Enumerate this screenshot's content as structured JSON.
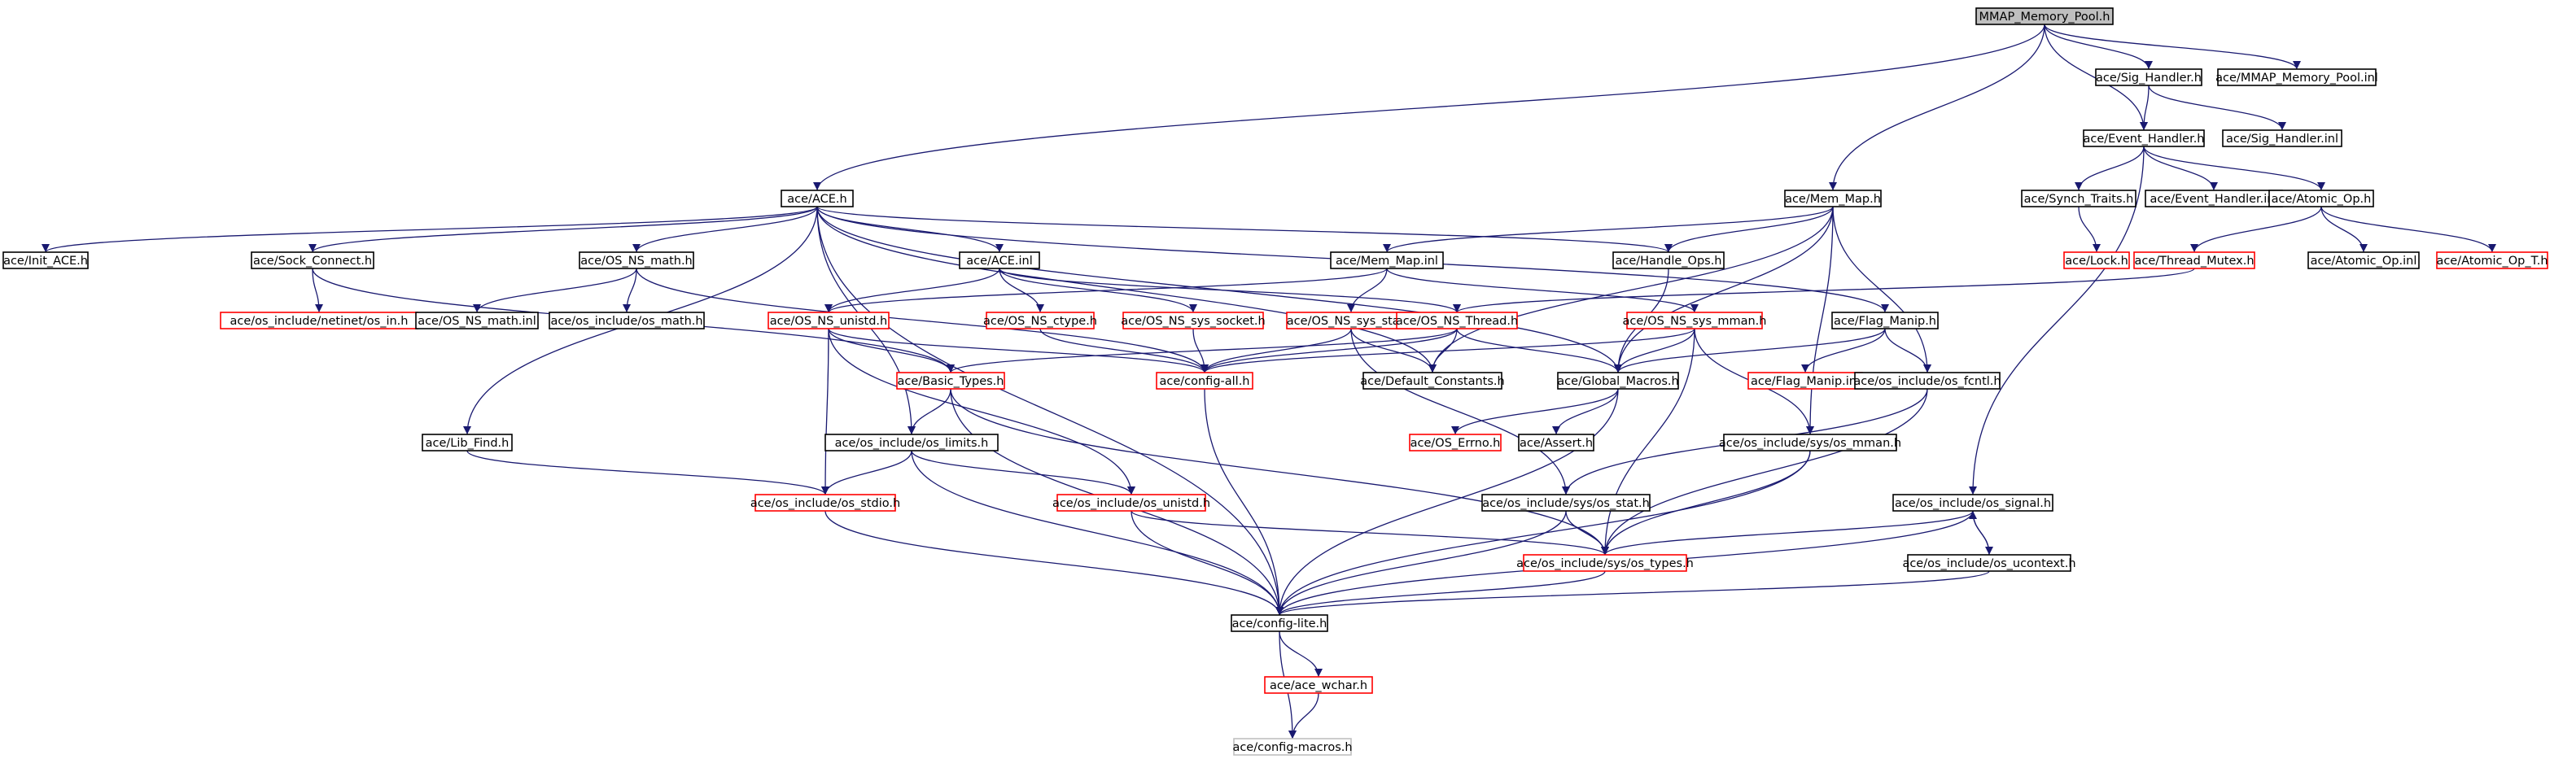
{
  "colors": {
    "edge": "#191970",
    "arrow": "#191970",
    "border_normal": "#000000",
    "border_missing": "#ff0000",
    "border_faint": "#bfbfbf",
    "root_fill": "#bfbfbf",
    "node_fill": "#ffffff",
    "text": "#000000"
  },
  "nodes": [
    {
      "id": "mmap",
      "label": "MMAP_Memory_Pool.h",
      "style": "root"
    },
    {
      "id": "sighandler",
      "label": "ace/Sig_Handler.h",
      "style": "normal"
    },
    {
      "id": "mmapinl",
      "label": "ace/MMAP_Memory_Pool.inl",
      "style": "normal"
    },
    {
      "id": "evthandler",
      "label": "ace/Event_Handler.h",
      "style": "normal"
    },
    {
      "id": "siginl",
      "label": "ace/Sig_Handler.inl",
      "style": "normal"
    },
    {
      "id": "ace",
      "label": "ace/ACE.h",
      "style": "normal"
    },
    {
      "id": "memmap",
      "label": "ace/Mem_Map.h",
      "style": "normal"
    },
    {
      "id": "synch",
      "label": "ace/Synch_Traits.h",
      "style": "normal"
    },
    {
      "id": "evtinl",
      "label": "ace/Event_Handler.inl",
      "style": "normal"
    },
    {
      "id": "atomic",
      "label": "ace/Atomic_Op.h",
      "style": "normal"
    },
    {
      "id": "initace",
      "label": "ace/Init_ACE.h",
      "style": "normal"
    },
    {
      "id": "sockconn",
      "label": "ace/Sock_Connect.h",
      "style": "normal"
    },
    {
      "id": "osmath",
      "label": "ace/OS_NS_math.h",
      "style": "normal"
    },
    {
      "id": "aceinl",
      "label": "ace/ACE.inl",
      "style": "normal"
    },
    {
      "id": "memmapinl",
      "label": "ace/Mem_Map.inl",
      "style": "normal"
    },
    {
      "id": "handleops",
      "label": "ace/Handle_Ops.h",
      "style": "normal"
    },
    {
      "id": "lock",
      "label": "ace/Lock.h",
      "style": "missing"
    },
    {
      "id": "thrmutex",
      "label": "ace/Thread_Mutex.h",
      "style": "missing"
    },
    {
      "id": "atomicinl",
      "label": "ace/Atomic_Op.inl",
      "style": "normal"
    },
    {
      "id": "atomict",
      "label": "ace/Atomic_Op_T.h",
      "style": "missing"
    },
    {
      "id": "netinet",
      "label": "ace/os_include/netinet/os_in.h",
      "style": "missing"
    },
    {
      "id": "mathinl",
      "label": "ace/OS_NS_math.inl",
      "style": "normal"
    },
    {
      "id": "osmathh",
      "label": "ace/os_include/os_math.h",
      "style": "normal"
    },
    {
      "id": "unistd",
      "label": "ace/OS_NS_unistd.h",
      "style": "missing"
    },
    {
      "id": "ctype",
      "label": "ace/OS_NS_ctype.h",
      "style": "missing"
    },
    {
      "id": "syssocket",
      "label": "ace/OS_NS_sys_socket.h",
      "style": "missing"
    },
    {
      "id": "sysstat",
      "label": "ace/OS_NS_sys_stat.h",
      "style": "missing"
    },
    {
      "id": "osthread",
      "label": "ace/OS_NS_Thread.h",
      "style": "missing"
    },
    {
      "id": "sysmman",
      "label": "ace/OS_NS_sys_mman.h",
      "style": "missing"
    },
    {
      "id": "flagmanip",
      "label": "ace/Flag_Manip.h",
      "style": "normal"
    },
    {
      "id": "basictypes",
      "label": "ace/Basic_Types.h",
      "style": "missing"
    },
    {
      "id": "configall",
      "label": "ace/config-all.h",
      "style": "missing"
    },
    {
      "id": "defconst",
      "label": "ace/Default_Constants.h",
      "style": "normal"
    },
    {
      "id": "globalmacros",
      "label": "ace/Global_Macros.h",
      "style": "normal"
    },
    {
      "id": "flaginl",
      "label": "ace/Flag_Manip.inl",
      "style": "missing"
    },
    {
      "id": "osfcntl",
      "label": "ace/os_include/os_fcntl.h",
      "style": "normal"
    },
    {
      "id": "libfind",
      "label": "ace/Lib_Find.h",
      "style": "normal"
    },
    {
      "id": "oslimits",
      "label": "ace/os_include/os_limits.h",
      "style": "normal"
    },
    {
      "id": "oserrno",
      "label": "ace/OS_Errno.h",
      "style": "missing"
    },
    {
      "id": "assert",
      "label": "ace/Assert.h",
      "style": "normal"
    },
    {
      "id": "osmman",
      "label": "ace/os_include/sys/os_mman.h",
      "style": "normal"
    },
    {
      "id": "osstdio",
      "label": "ace/os_include/os_stdio.h",
      "style": "missing"
    },
    {
      "id": "osunistd",
      "label": "ace/os_include/os_unistd.h",
      "style": "missing"
    },
    {
      "id": "osstat",
      "label": "ace/os_include/sys/os_stat.h",
      "style": "normal"
    },
    {
      "id": "ossignal",
      "label": "ace/os_include/os_signal.h",
      "style": "normal"
    },
    {
      "id": "ostypes",
      "label": "ace/os_include/sys/os_types.h",
      "style": "missing"
    },
    {
      "id": "osucontext",
      "label": "ace/os_include/os_ucontext.h",
      "style": "normal"
    },
    {
      "id": "configlite",
      "label": "ace/config-lite.h",
      "style": "normal"
    },
    {
      "id": "wchar",
      "label": "ace/ace_wchar.h",
      "style": "missing"
    },
    {
      "id": "configmacros",
      "label": "ace/config-macros.h",
      "style": "faint"
    }
  ],
  "edges": [
    [
      "mmap",
      "ace"
    ],
    [
      "mmap",
      "memmap"
    ],
    [
      "mmap",
      "sighandler"
    ],
    [
      "mmap",
      "mmapinl"
    ],
    [
      "mmap",
      "evthandler"
    ],
    [
      "sighandler",
      "evthandler"
    ],
    [
      "sighandler",
      "siginl"
    ],
    [
      "evthandler",
      "synch"
    ],
    [
      "evthandler",
      "evtinl"
    ],
    [
      "evthandler",
      "atomic"
    ],
    [
      "evthandler",
      "ossignal"
    ],
    [
      "synch",
      "lock"
    ],
    [
      "atomic",
      "thrmutex"
    ],
    [
      "atomic",
      "atomicinl"
    ],
    [
      "atomic",
      "atomict"
    ],
    [
      "thrmutex",
      "osthread"
    ],
    [
      "ace",
      "initace"
    ],
    [
      "ace",
      "sockconn"
    ],
    [
      "ace",
      "osmath"
    ],
    [
      "ace",
      "aceinl"
    ],
    [
      "ace",
      "handleops"
    ],
    [
      "ace",
      "flagmanip"
    ],
    [
      "ace",
      "libfind"
    ],
    [
      "ace",
      "configlite"
    ],
    [
      "ace",
      "defconst"
    ],
    [
      "ace",
      "globalmacros"
    ],
    [
      "ace",
      "oslimits"
    ],
    [
      "sockconn",
      "netinet"
    ],
    [
      "sockconn",
      "basictypes"
    ],
    [
      "osmath",
      "mathinl"
    ],
    [
      "osmath",
      "osmathh"
    ],
    [
      "osmath",
      "configall"
    ],
    [
      "aceinl",
      "unistd"
    ],
    [
      "aceinl",
      "ctype"
    ],
    [
      "aceinl",
      "syssocket"
    ],
    [
      "aceinl",
      "osthread"
    ],
    [
      "memmap",
      "memmapinl"
    ],
    [
      "memmap",
      "handleops"
    ],
    [
      "memmap",
      "defconst"
    ],
    [
      "memmap",
      "globalmacros"
    ],
    [
      "memmap",
      "osfcntl"
    ],
    [
      "memmap",
      "osmman"
    ],
    [
      "memmapinl",
      "sysstat"
    ],
    [
      "memmapinl",
      "sysmman"
    ],
    [
      "memmapinl",
      "unistd"
    ],
    [
      "handleops",
      "globalmacros"
    ],
    [
      "unistd",
      "basictypes"
    ],
    [
      "unistd",
      "configall"
    ],
    [
      "unistd",
      "osstdio"
    ],
    [
      "unistd",
      "osunistd"
    ],
    [
      "ctype",
      "configall"
    ],
    [
      "syssocket",
      "configall"
    ],
    [
      "sysstat",
      "configall"
    ],
    [
      "sysstat",
      "defconst"
    ],
    [
      "sysstat",
      "osstat"
    ],
    [
      "osthread",
      "basictypes"
    ],
    [
      "osthread",
      "configall"
    ],
    [
      "osthread",
      "defconst"
    ],
    [
      "osthread",
      "globalmacros"
    ],
    [
      "sysmman",
      "configall"
    ],
    [
      "sysmman",
      "globalmacros"
    ],
    [
      "sysmman",
      "osmman"
    ],
    [
      "sysmman",
      "ostypes"
    ],
    [
      "flagmanip",
      "globalmacros"
    ],
    [
      "flagmanip",
      "flaginl"
    ],
    [
      "flagmanip",
      "osfcntl"
    ],
    [
      "basictypes",
      "oslimits"
    ],
    [
      "basictypes",
      "configlite"
    ],
    [
      "basictypes",
      "ostypes"
    ],
    [
      "configall",
      "configlite"
    ],
    [
      "globalmacros",
      "oserrno"
    ],
    [
      "globalmacros",
      "assert"
    ],
    [
      "globalmacros",
      "configlite"
    ],
    [
      "osfcntl",
      "osstat"
    ],
    [
      "osfcntl",
      "ostypes"
    ],
    [
      "libfind",
      "osstdio"
    ],
    [
      "oslimits",
      "osstdio"
    ],
    [
      "oslimits",
      "osunistd"
    ],
    [
      "oslimits",
      "configlite"
    ],
    [
      "osmman",
      "ostypes"
    ],
    [
      "osmman",
      "configlite"
    ],
    [
      "osstdio",
      "configlite"
    ],
    [
      "osunistd",
      "ostypes"
    ],
    [
      "osunistd",
      "configlite"
    ],
    [
      "osstat",
      "ostypes"
    ],
    [
      "osstat",
      "configlite"
    ],
    [
      "ossignal",
      "ostypes"
    ],
    [
      "ossignal",
      "osucontext"
    ],
    [
      "ossignal",
      "configlite"
    ],
    [
      "osucontext",
      "ossignal"
    ],
    [
      "osucontext",
      "configlite"
    ],
    [
      "ostypes",
      "configlite"
    ],
    [
      "configlite",
      "wchar"
    ],
    [
      "configlite",
      "configmacros"
    ],
    [
      "wchar",
      "configmacros"
    ]
  ]
}
